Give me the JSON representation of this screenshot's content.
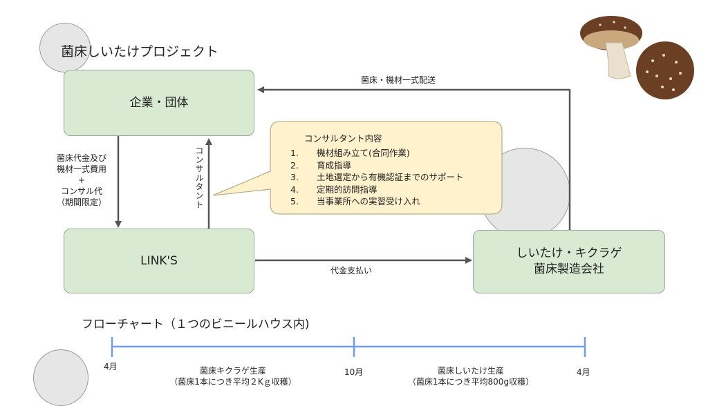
{
  "project_title": "菌床しいたけプロジェクト",
  "nodes": {
    "company": "企業・団体",
    "links": "LINK'S",
    "factory": "しいたけ・キクラゲ\n菌床製造会社"
  },
  "edges": {
    "delivery": "菌床・機材一式配送",
    "payment": "代金支払い",
    "consultant_vertical": "コンサルタント",
    "costs": "菌床代金及び\n機材一式費用\n+\nコンサル代\n（期間限定）"
  },
  "callout": {
    "title": "コンサルタント内容",
    "items": [
      {
        "num": "1.",
        "text": "機材組み立て(合同作業)"
      },
      {
        "num": "2.",
        "text": "育成指導"
      },
      {
        "num": "3.",
        "text": "土地選定から有機認証までのサポート"
      },
      {
        "num": "4.",
        "text": "定期的訪問指導"
      },
      {
        "num": "5.",
        "text": "当事業所への実習受け入れ"
      }
    ]
  },
  "flowchart": {
    "title": "フローチャート（１つのビニールハウス内)",
    "ticks": [
      "4月",
      "10月",
      "4月"
    ],
    "phases": [
      "菌床キクラゲ生産\n（菌床1本につき平均２Kｇ収穫）",
      "菌床しいたけ生産\n（菌床1本につき平均800g収穫）"
    ]
  },
  "colors": {
    "box_fill": "#d9ead3",
    "callout_fill": "#fff2cc",
    "timeline": "#6d9eeb",
    "arrow": "#555555"
  }
}
